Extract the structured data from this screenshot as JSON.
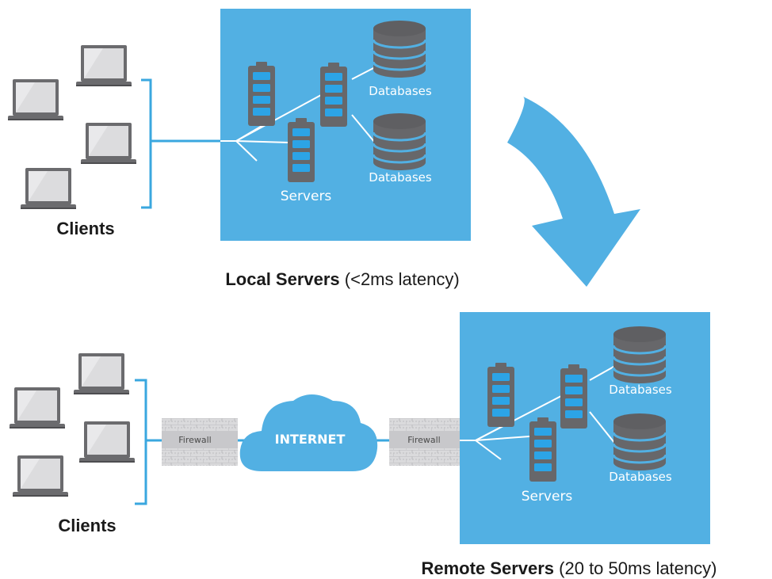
{
  "top": {
    "clients_label": "Clients",
    "servers_label": "Servers",
    "db_label_1": "Databases",
    "db_label_2": "Databases",
    "caption_bold": "Local Servers",
    "caption_rest": " (<2ms latency)"
  },
  "bottom": {
    "clients_label": "Clients",
    "servers_label": "Servers",
    "db_label_1": "Databases",
    "db_label_2": "Databases",
    "firewall_left": "Firewall",
    "firewall_right": "Firewall",
    "internet_label": "INTERNET",
    "caption_bold": "Remote Servers",
    "caption_rest": " (20 to 50ms latency)"
  },
  "colors": {
    "panel_blue": "#52b0e3",
    "device_gray": "#67676a",
    "battery_cell_blue": "#2ca4e6",
    "line_blue": "#3aa7df"
  },
  "icons": [
    "laptop-icon",
    "server-icon",
    "database-icon",
    "cloud-icon",
    "firewall-icon",
    "arrow-icon"
  ]
}
